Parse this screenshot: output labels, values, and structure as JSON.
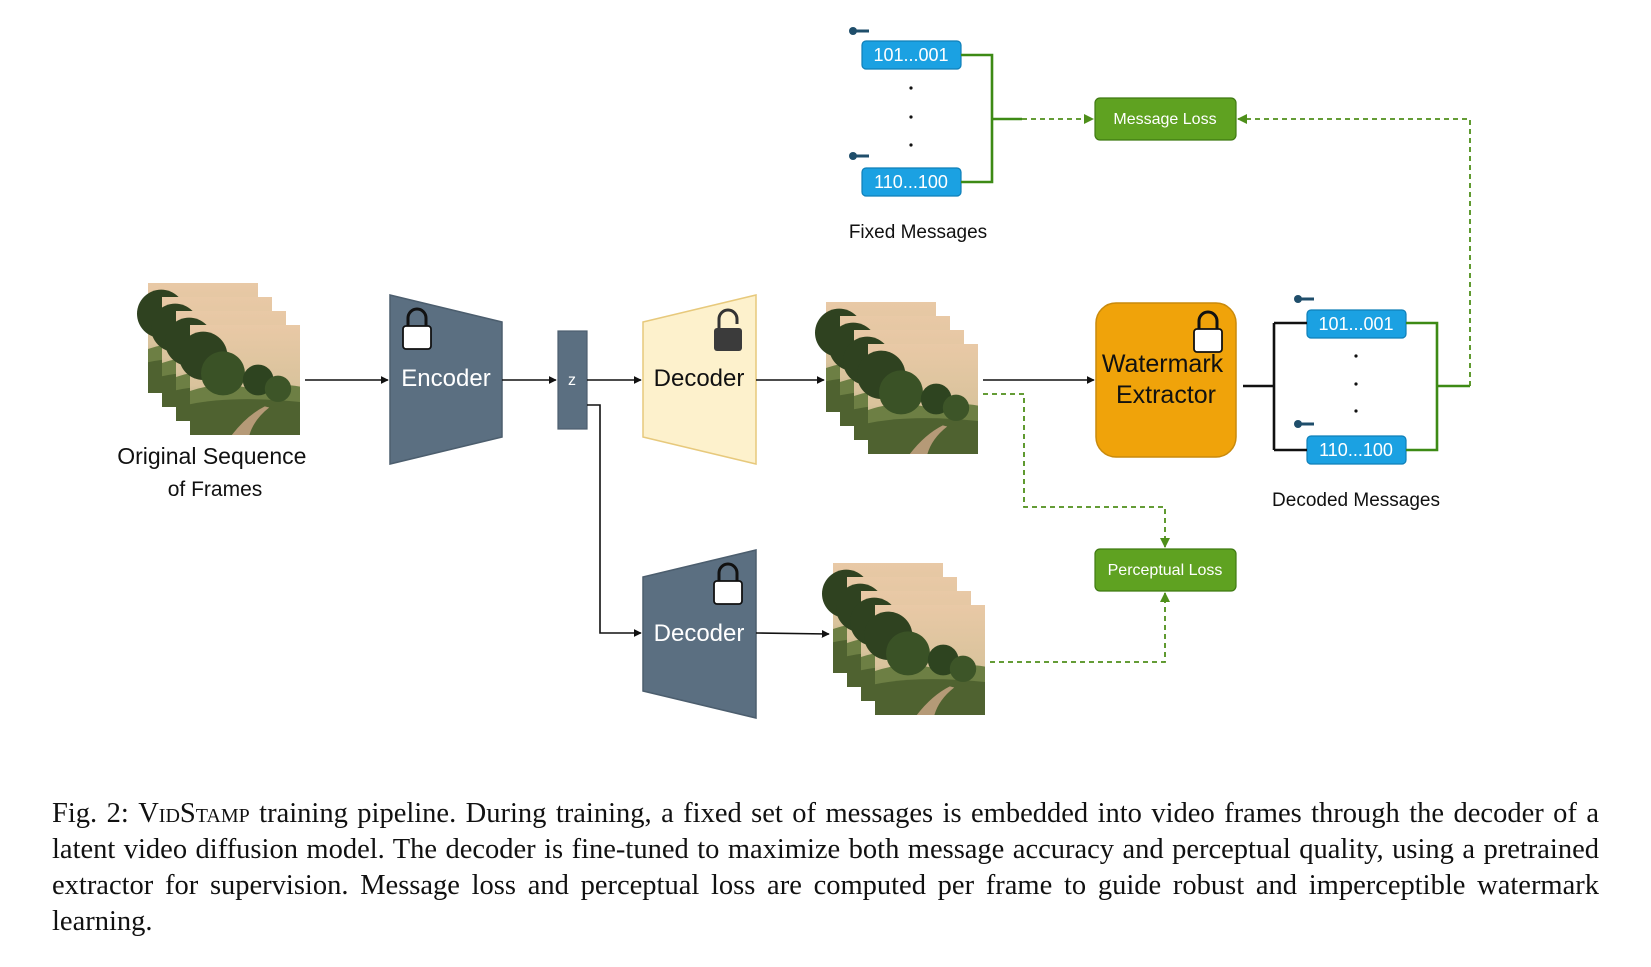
{
  "figure": {
    "labels": {
      "input": [
        "Original Sequence",
        "of Frames"
      ],
      "encoder": "Encoder",
      "latent": "z",
      "decoder_trainable": "Decoder",
      "decoder_frozen": "Decoder",
      "extractor": [
        "Watermark",
        "Extractor"
      ],
      "message_loss": "Message Loss",
      "perceptual_loss": "Perceptual Loss",
      "fixed_messages": "Fixed Messages",
      "decoded_messages": "Decoded Messages"
    },
    "fixed_messages": [
      "101...001",
      "110...100"
    ],
    "decoded_messages": [
      "101...001",
      "110...100"
    ],
    "colors": {
      "frozen_block": "#5b6f81",
      "trainable_block": "#fdf1cc",
      "extractor": "#f0a30a",
      "loss": "#5fa221",
      "loss_arrow": "#4e8f1a",
      "message_box": "#1ba1e2"
    }
  },
  "caption": {
    "prefix": "Fig. 2: ",
    "name": "VidStamp",
    "text": " training pipeline. During training, a fixed set of messages is embedded into video frames through the decoder of a latent video diffusion model. The decoder is fine-tuned to maximize both message accuracy and perceptual quality, using a pretrained extractor for supervision. Message loss and perceptual loss are computed per frame to guide robust and imperceptible watermark learning."
  }
}
